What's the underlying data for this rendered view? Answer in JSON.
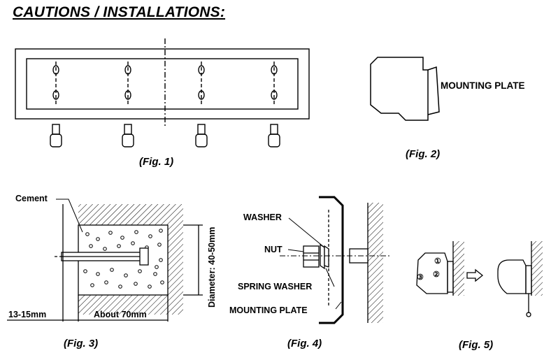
{
  "title": "CAUTIONS / INSTALLATIONS:",
  "fig1": {
    "caption": "(Fig. 1)"
  },
  "fig2": {
    "caption": "(Fig. 2)",
    "label_mounting_plate": "MOUNTING PLATE"
  },
  "fig3": {
    "caption": "(Fig. 3)",
    "label_cement": "Cement",
    "label_diameter": "Diameter: 40-50mm",
    "label_depth": "13-15mm",
    "label_length": "About 70mm"
  },
  "fig4": {
    "caption": "(Fig. 4)",
    "label_washer": "WASHER",
    "label_nut": "NUT",
    "label_spring_washer": "SPRING WASHER",
    "label_mounting_plate": "MOUNTING PLATE"
  },
  "fig5": {
    "caption": "(Fig. 5)",
    "step1": "①",
    "step2": "②",
    "step3": "③"
  }
}
